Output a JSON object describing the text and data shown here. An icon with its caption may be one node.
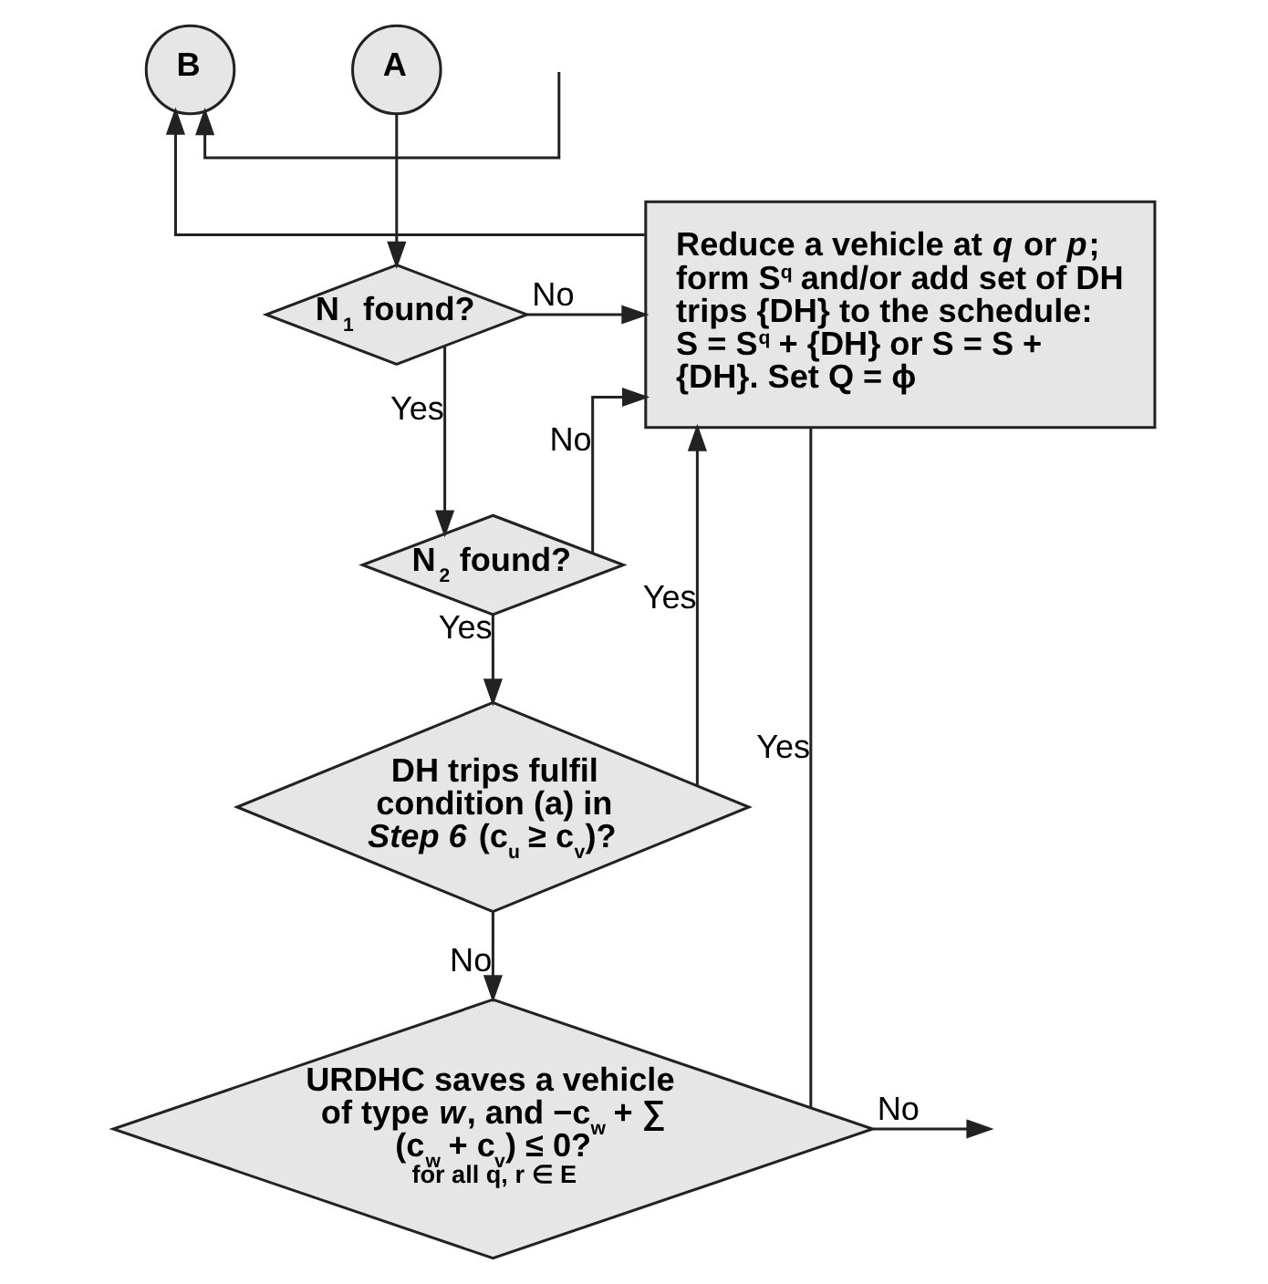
{
  "diagram": {
    "nodes": [
      {
        "text": [
          "B"
        ]
      },
      {
        "text": [
          "A"
        ]
      },
      {
        "text": [
          "Reduce a vehicle at *q* or *p*; form S$^{q}$ and/or add set of DH trips {DH} to the schedule: S = S$^{q}$ + {DH} or S = S + {DH}. Set Q = ϕ"
        ]
      },
      {
        "text": [
          "N$_{1}$ found?"
        ]
      },
      {
        "text": [
          "N$_{2}$ found?"
        ]
      },
      {
        "text": [
          "DH trips fulfil condition (a) in *Step 6* (c$_{u}$ ≥ c$_{v}$)?"
        ]
      },
      {
        "text": [
          "URDHC saves a vehicle of type *w*, and −c$_{w}$ + ∑ (c$_{w}$ + c$_{v}$) ≤ 0?",
          "for all q, r ∈ E"
        ]
      }
    ],
    "edges": [
      {
        "from": null,
        "to": 0,
        "arrow": "to"
      },
      {
        "from": 1,
        "to": 3,
        "arrow": "to"
      },
      {
        "from": 3,
        "to": 2,
        "arrow": "to",
        "label": "No"
      },
      {
        "from": 3,
        "to": 4,
        "arrow": "to",
        "label": "Yes"
      },
      {
        "from": 4,
        "to": 2,
        "arrow": "to",
        "label": "No"
      },
      {
        "from": 4,
        "to": 5,
        "arrow": "to",
        "label": "Yes"
      },
      {
        "from": 5,
        "to": 2,
        "arrow": "to",
        "label": "Yes"
      },
      {
        "from": 5,
        "to": 6,
        "arrow": "to",
        "label": "No"
      },
      {
        "from": 6,
        "to": 2,
        "arrow": "none",
        "label": "Yes"
      },
      {
        "from": 6,
        "to": null,
        "arrow": "to",
        "label": "No"
      },
      {
        "from": 2,
        "to": 0,
        "arrow": "to"
      }
    ]
  }
}
